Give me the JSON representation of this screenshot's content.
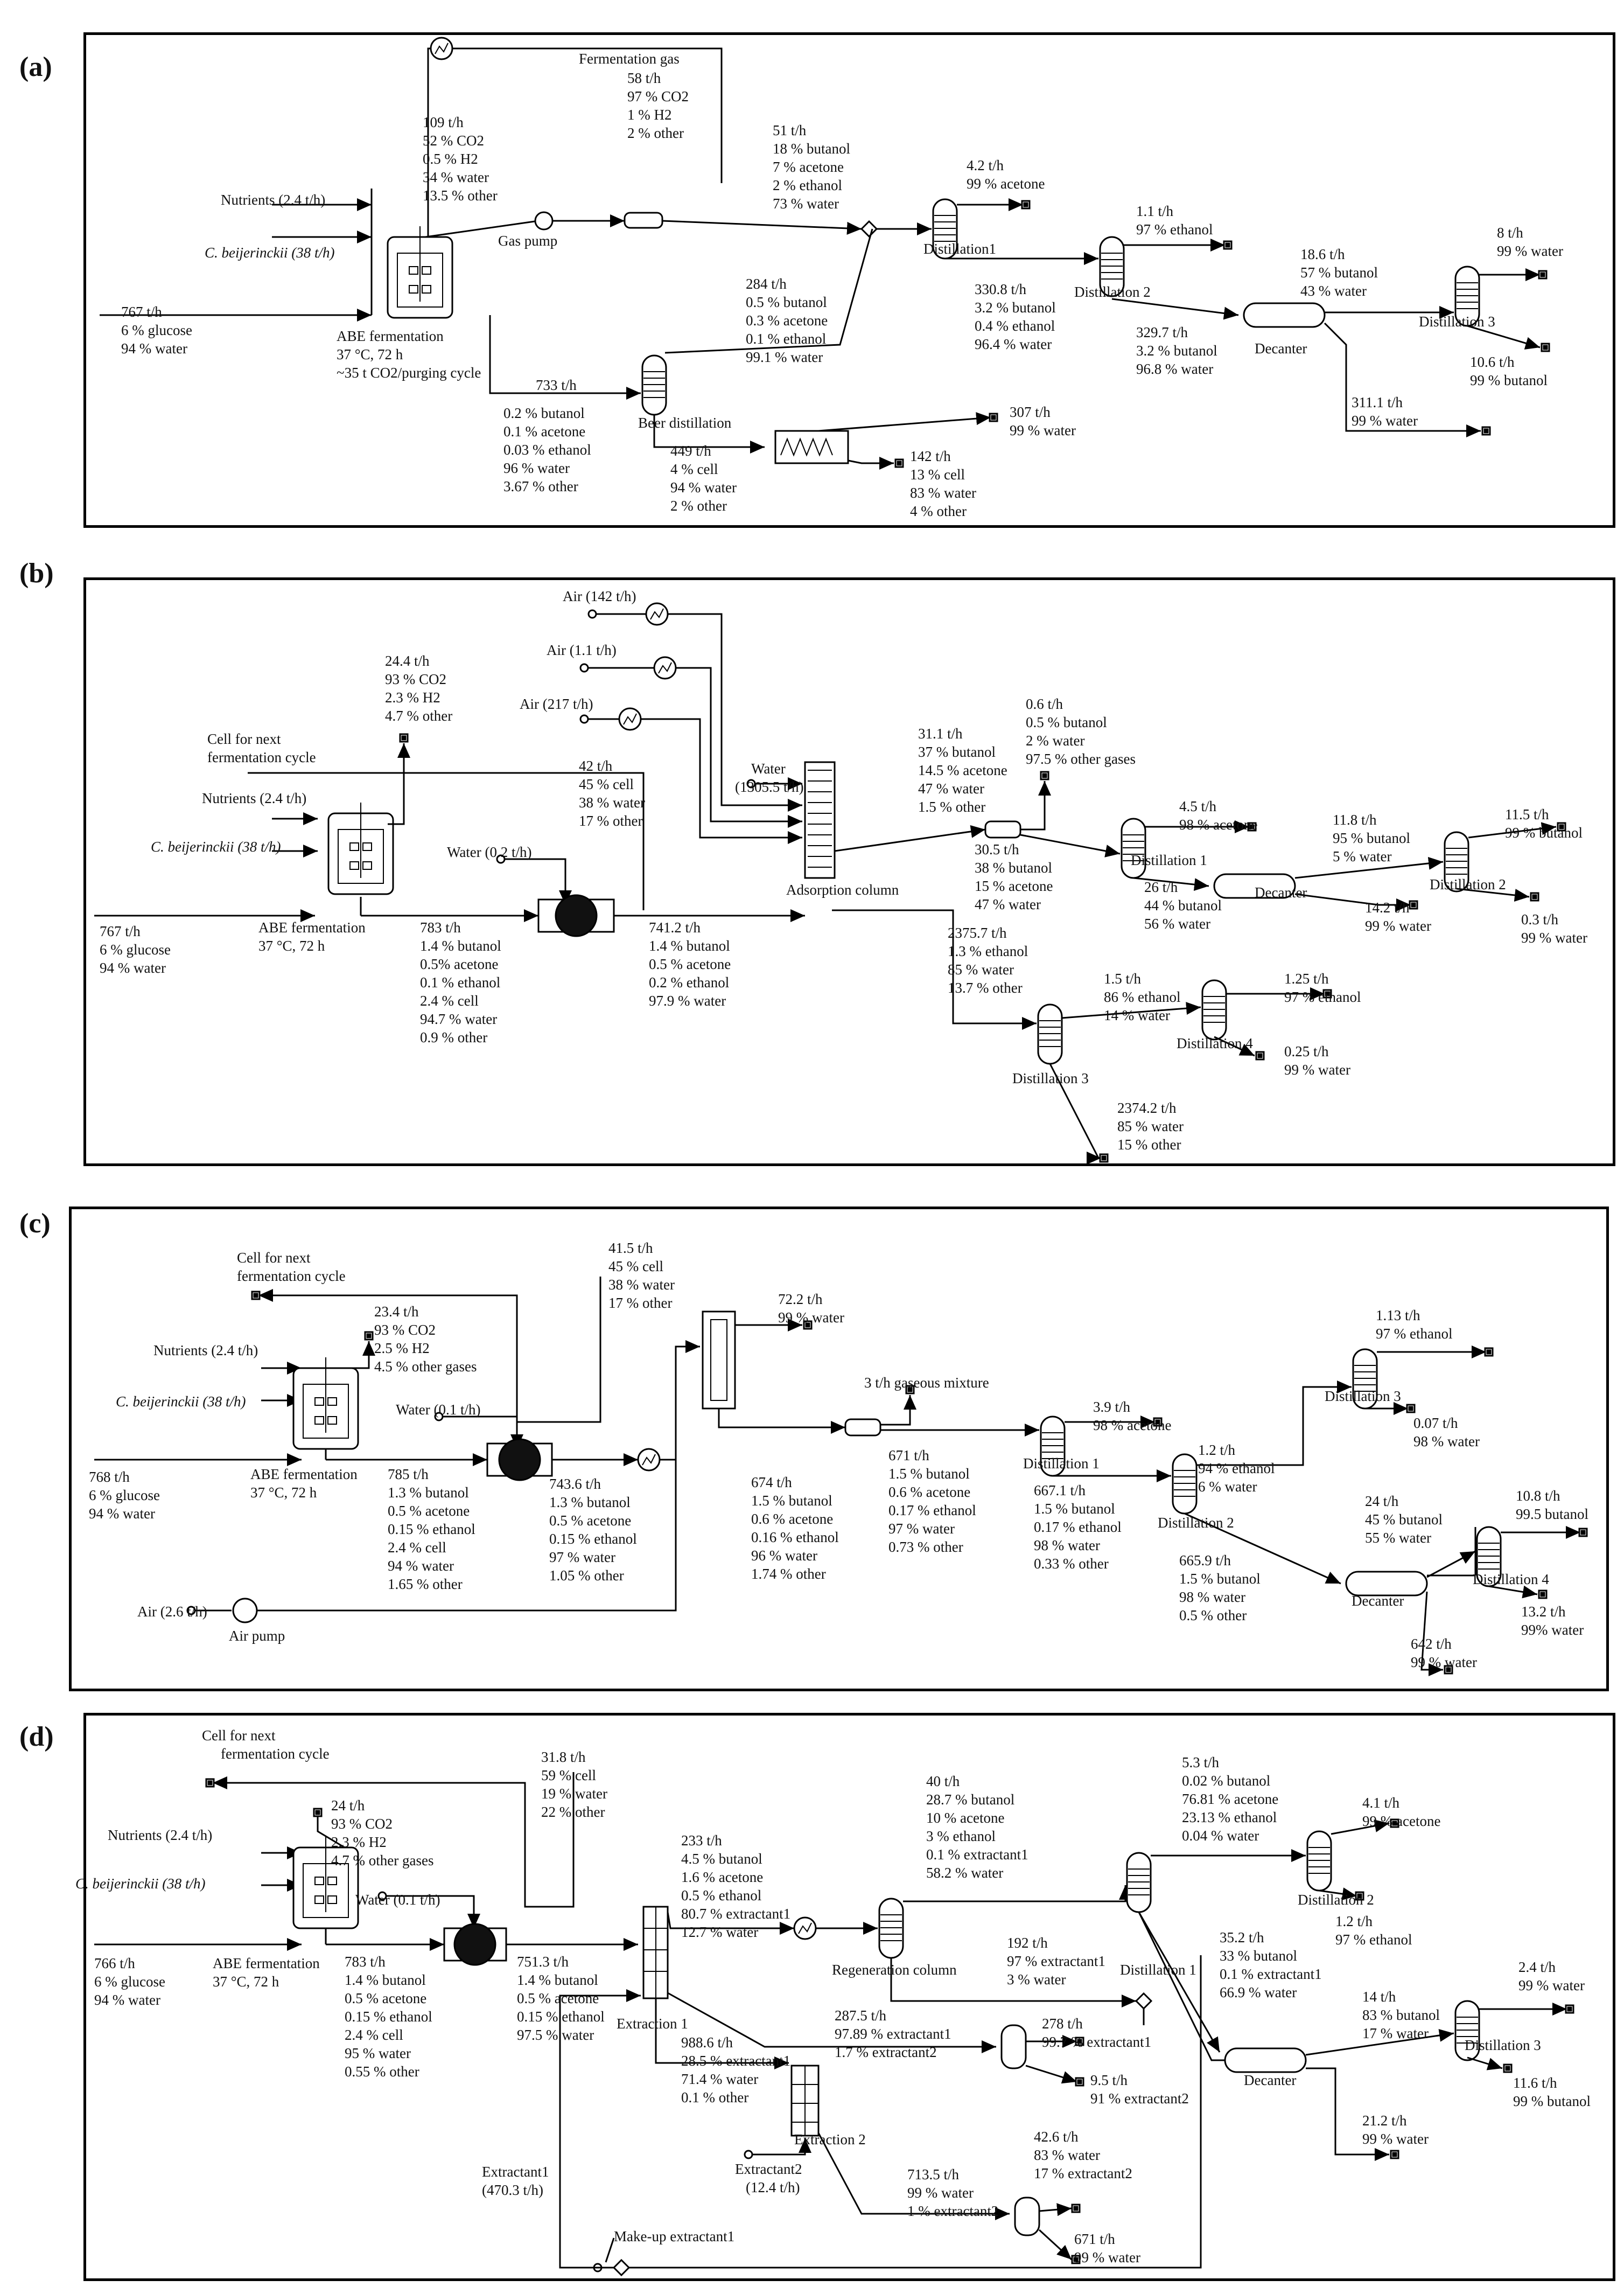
{
  "panels": {
    "a": {
      "label": "(a)",
      "top_gas": [
        "Fermentation gas",
        "58 t/h",
        "97 % CO2",
        "1 % H2",
        "2 % other"
      ],
      "fg_out": [
        "109 t/h",
        "52 % CO2",
        "0.5 % H2",
        "34 % water",
        "13.5 % other"
      ],
      "nutrients": "Nutrients (2.4 t/h)",
      "microbe": "C. beijerinckii (38 t/h)",
      "feed": [
        "767 t/h",
        "6 % glucose",
        "94 % water"
      ],
      "fermenter": [
        "ABE fermentation",
        "37 °C, 72 h",
        "~35 t CO2/purging cycle"
      ],
      "gas_pump": "Gas pump",
      "stream_51": [
        "51 t/h",
        "18 % butanol",
        "7 % acetone",
        "2 % ethanol",
        "73 % water"
      ],
      "acetone_out": [
        "4.2 t/h",
        "99 % acetone"
      ],
      "dist1": "Distillation1",
      "ethanol_out": [
        "1.1 t/h",
        "97 % ethanol"
      ],
      "dist2": "Distillation 2",
      "stream_330": [
        "330.8 t/h",
        "3.2 % butanol",
        "0.4 % ethanol",
        "96.4 % water"
      ],
      "stream_329": [
        "329.7 t/h",
        "3.2 % butanol",
        "96.8 % water"
      ],
      "decanter": "Decanter",
      "stream_18": [
        "18.6 t/h",
        "57 % butanol",
        "43 % water"
      ],
      "water_8": [
        "8 t/h",
        "99 % water"
      ],
      "dist3": "Distillation 3",
      "butanol_10": [
        "10.6 t/h",
        "99 % butanol"
      ],
      "water_311": [
        "311.1 t/h",
        "99 % water"
      ],
      "stream_284": [
        "284 t/h",
        "0.5 % butanol",
        "0.3 % acetone",
        "0.1 % ethanol",
        "99.1 % water"
      ],
      "stream_733": "733 t/h",
      "beer": "Beer distillation",
      "stream_733_comp": [
        "0.2 % butanol",
        "0.1 % acetone",
        "0.03 % ethanol",
        "96 % water",
        "3.67 % other"
      ],
      "stream_449": [
        "449 t/h",
        "4 % cell",
        "94 % water",
        "2 % other"
      ],
      "water_307": [
        "307 t/h",
        "99 % water"
      ],
      "stream_142": [
        "142 t/h",
        "13 % cell",
        "83 % water",
        "4 % other"
      ]
    },
    "b": {
      "label": "(b)",
      "air1": "Air (142 t/h)",
      "air2": "Air (1.1 t/h)",
      "air3": "Air (217 t/h)",
      "gas_out": [
        "24.4 t/h",
        "93 % CO2",
        "2.3 % H2",
        "4.7 % other"
      ],
      "cell_next": [
        "Cell for next",
        "fermentation cycle"
      ],
      "stream_42": [
        "42 t/h",
        "45 % cell",
        "38 % water",
        "17 % other"
      ],
      "nutrients": "Nutrients (2.4 t/h)",
      "microbe": "C. beijerinckii (38 t/h)",
      "feed": [
        "767 t/h",
        "6 % glucose",
        "94 % water"
      ],
      "fermenter": [
        "ABE fermentation",
        "37 °C, 72 h"
      ],
      "water_02": "Water (0.2 t/h)",
      "water_1305": [
        "Water",
        "(1305.5 t/h)"
      ],
      "stream_31": [
        "31.1 t/h",
        "37 % butanol",
        "14.5 % acetone",
        "47 % water",
        "1.5 % other"
      ],
      "stream_06": [
        "0.6 t/h",
        "0.5 % butanol",
        "2 % water",
        "97.5 % other gases"
      ],
      "acetone_out": [
        "4.5 t/h",
        "98 % acetone"
      ],
      "stream_305": [
        "30.5 t/h",
        "38 % butanol",
        "15 % acetone",
        "47 % water"
      ],
      "dist1": "Distillation 1",
      "adsorp": "Adsorption column",
      "stream_783": [
        "783 t/h",
        "1.4 % butanol",
        "0.5% acetone",
        "0.1 % ethanol",
        "2.4 % cell",
        "94.7 % water",
        "0.9 % other"
      ],
      "stream_741": [
        "741.2 t/h",
        "1.4 % butanol",
        "0.5 % acetone",
        "0.2 % ethanol",
        "97.9 % water"
      ],
      "stream_2375": [
        "2375.7 t/h",
        "1.3 % ethanol",
        "85 % water",
        "13.7 % other"
      ],
      "stream_26": [
        "26 t/h",
        "44 % butanol",
        "56 % water"
      ],
      "stream_118": [
        "11.8 t/h",
        "95 % butanol",
        "5 % water"
      ],
      "decanter": "Decanter",
      "butanol_115": [
        "11.5 t/h",
        "99 % butanol"
      ],
      "dist2": "Distillation 2",
      "water_142": [
        "14.2 t/h",
        "99 % water"
      ],
      "water_03": [
        "0.3 t/h",
        "99 % water"
      ],
      "stream_15": [
        "1.5 t/h",
        "86 % ethanol",
        "14 % water"
      ],
      "ethanol_125": [
        "1.25 t/h",
        "97 % ethanol"
      ],
      "dist4": "Distillation 4",
      "water_025": [
        "0.25 t/h",
        "99 % water"
      ],
      "dist3": "Distillation 3",
      "stream_2374": [
        "2374.2 t/h",
        "85 % water",
        "15 % other"
      ]
    },
    "c": {
      "label": "(c)",
      "cell_next": [
        "Cell for next",
        "fermentation cycle"
      ],
      "stream_415": [
        "41.5 t/h",
        "45 % cell",
        "38 % water",
        "17 % other"
      ],
      "gas_out": [
        "23.4 t/h",
        "93 % CO2",
        "2.5 % H2",
        "4.5 % other gases"
      ],
      "nutrients": "Nutrients (2.4 t/h)",
      "microbe": "C. beijerinckii (38 t/h)",
      "feed": [
        "768 t/h",
        "6 % glucose",
        "94 % water"
      ],
      "fermenter": [
        "ABE fermentation",
        "37 °C, 72 h"
      ],
      "water_01": "Water (0.1 t/h)",
      "stream_785": [
        "785 t/h",
        "1.3 % butanol",
        "0.5 % acetone",
        "0.15 % ethanol",
        "2.4 % cell",
        "94 % water",
        "1.65 % other"
      ],
      "stream_743": [
        "743.6 t/h",
        "1.3 % butanol",
        "0.5 % acetone",
        "0.15 % ethanol",
        "97 % water",
        "1.05 % other"
      ],
      "water_72": [
        "72.2 t/h",
        "99 % water"
      ],
      "gas_mix": "3 t/h gaseous mixture",
      "acetone_out": [
        "3.9 t/h",
        "98 % acetone"
      ],
      "stream_674": [
        "674 t/h",
        "1.5 % butanol",
        "0.6 % acetone",
        "0.16 % ethanol",
        "96 % water",
        "1.74 % other"
      ],
      "stream_671": [
        "671 t/h",
        "1.5 % butanol",
        "0.6 % acetone",
        "0.17 % ethanol",
        "97 % water",
        "0.73 % other"
      ],
      "dist1": "Distillation 1",
      "stream_667": [
        "667.1 t/h",
        "1.5 % butanol",
        "0.17 % ethanol",
        "98 % water",
        "0.33 % other"
      ],
      "ethanol_113": [
        "1.13 t/h",
        "97 % ethanol"
      ],
      "dist3": "Distillation 3",
      "water_007": [
        "0.07 t/h",
        "98 % water"
      ],
      "stream_12": [
        "1.2 t/h",
        "94 % ethanol",
        "6 % water"
      ],
      "dist2": "Distillation 2",
      "stream_24": [
        "24 t/h",
        "45 % butanol",
        "55 % water"
      ],
      "butanol_108": [
        "10.8 t/h",
        "99.5 butanol"
      ],
      "dist4": "Distillation 4",
      "stream_665": [
        "665.9 t/h",
        "1.5 % butanol",
        "98 % water",
        "0.5 % other"
      ],
      "decanter": "Decanter",
      "water_132": [
        "13.2 t/h",
        "99% water"
      ],
      "air": "Air (2.6 t/h)",
      "air_pump": "Air pump",
      "water_642": [
        "642 t/h",
        "99 % water"
      ]
    },
    "d": {
      "label": "(d)",
      "cell_next": [
        "Cell for next",
        "fermentation cycle"
      ],
      "stream_318": [
        "31.8 t/h",
        "59 % cell",
        "19 % water",
        "22 % other"
      ],
      "gas_out": [
        "24 t/h",
        "93 % CO2",
        "2.3 % H2",
        "4.7 % other gases"
      ],
      "nutrients": "Nutrients (2.4 t/h)",
      "microbe": "C. beijerinckii (38 t/h)",
      "feed": [
        "766 t/h",
        "6 % glucose",
        "94 % water"
      ],
      "fermenter": [
        "ABE fermentation",
        "37 °C, 72 h"
      ],
      "water_01": "Water (0.1 t/h)",
      "stream_783": [
        "783 t/h",
        "1.4 % butanol",
        "0.5 % acetone",
        "0.15 % ethanol",
        "2.4 % cell",
        "95 % water",
        "0.55 % other"
      ],
      "stream_751": [
        "751.3 t/h",
        "1.4 % butanol",
        "0.5 % acetone",
        "0.15 % ethanol",
        "97.5 % water"
      ],
      "stream_233": [
        "233 t/h",
        "4.5 % butanol",
        "1.6 % acetone",
        "0.5 % ethanol",
        "80.7 % extractant1",
        "12.7 % water"
      ],
      "extraction1": "Extraction 1",
      "stream_40": [
        "40 t/h",
        "28.7 % butanol",
        "10 % acetone",
        "3 % ethanol",
        "0.1 % extractant1",
        "58.2 % water"
      ],
      "regen": "Regeneration column",
      "stream_192": [
        "192 t/h",
        "97 % extractant1",
        "3 % water"
      ],
      "stream_53": [
        "5.3 t/h",
        "0.02 % butanol",
        "76.81 % acetone",
        "23.13 % ethanol",
        "0.04 % water"
      ],
      "acetone_41": [
        "4.1 t/h",
        "99 % acetone"
      ],
      "dist2": "Distillation 2",
      "ethanol_12": [
        "1.2 t/h",
        "97 % ethanol"
      ],
      "dist1": "Distillation 1",
      "stream_352": [
        "35.2 t/h",
        "33 % butanol",
        "0.1 % extractant1",
        "66.9 % water"
      ],
      "water_24": [
        "2.4 t/h",
        "99 % water"
      ],
      "stream_14": [
        "14 t/h",
        "83 % butanol",
        "17 % water"
      ],
      "dist3": "Distillation 3",
      "decanter": "Decanter",
      "butanol_116": [
        "11.6 t/h",
        "99 % butanol"
      ],
      "water_212": [
        "21.2 t/h",
        "99 % water"
      ],
      "stream_287": [
        "287.5 t/h",
        "97.89 % extractant1",
        "1.7 % extractant2"
      ],
      "stream_278": [
        "278 t/h",
        "99.7 % extractant1"
      ],
      "stream_95": [
        "9.5 t/h",
        "91 % extractant2"
      ],
      "stream_988": [
        "988.6 t/h",
        "28.5 % extractant1",
        "71.4 % water",
        "0.1 % other"
      ],
      "extraction2": "Extraction 2",
      "extractant2": [
        "Extractant2",
        "(12.4 t/h)"
      ],
      "stream_713": [
        "713.5 t/h",
        "99 % water",
        "1 % extractant2"
      ],
      "stream_426": [
        "42.6 t/h",
        "83 % water",
        "17 % extractant2"
      ],
      "extractant1": [
        "Extractant1",
        "(470.3 t/h)"
      ],
      "makeup": "Make-up extractant1",
      "water_671": [
        "671 t/h",
        "99 % water"
      ]
    }
  }
}
